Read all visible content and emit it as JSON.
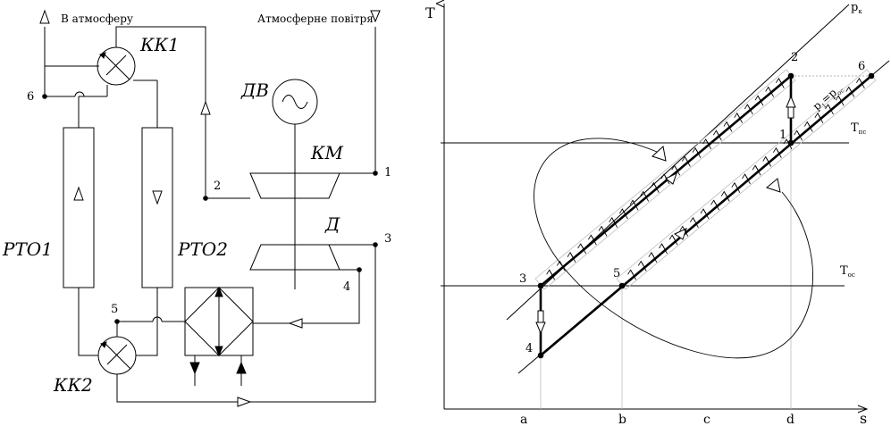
{
  "schematic": {
    "to_atmosphere": "В атмосферу",
    "atmospheric_air": "Атмосферне повітря",
    "kk1": "КК1",
    "kk2": "КК2",
    "dv": "ДВ",
    "km": "КМ",
    "d": "Д",
    "rto1": "РТО1",
    "rto2": "РТО2",
    "node_1": "1",
    "node_2": "2",
    "node_3": "3",
    "node_4": "4",
    "node_5": "5",
    "node_6": "6"
  },
  "ts_diagram": {
    "t_axis": "T",
    "s_axis": "s",
    "s_ticks": [
      "a",
      "b",
      "c",
      "d"
    ],
    "p_k_label": "p",
    "p_k_sub": "к",
    "p_line_label": "p",
    "p_line_sub": "1",
    "p_eq": "=p",
    "p_eq_sub": "ос",
    "t_pc_label": "T",
    "t_pc_sub": "пс",
    "t_oc_label": "T",
    "t_oc_sub": "ос",
    "points": [
      "1",
      "2",
      "3",
      "4",
      "5",
      "6"
    ]
  }
}
